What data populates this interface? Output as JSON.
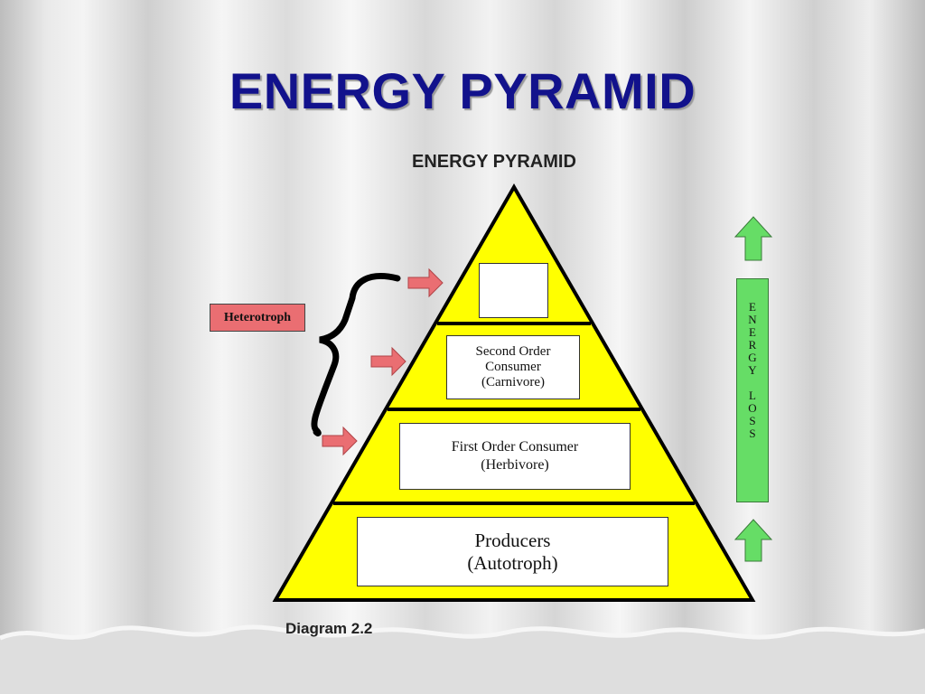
{
  "slide": {
    "title": "ENERGY PYRAMID"
  },
  "diagram": {
    "title": "ENERGY PYRAMID",
    "caption": "Diagram 2.2",
    "levels": [
      {
        "line1": "",
        "line2": ""
      },
      {
        "line1": "Second Order",
        "line2": "Consumer",
        "line3": "(Carnivore)"
      },
      {
        "line1": "First Order Consumer",
        "line2": "(Herbivore)"
      },
      {
        "line1": "Producers",
        "line2": "(Autotroph)"
      }
    ],
    "heterotroph_label": "Heterotroph",
    "energy_loss_letters": [
      "E",
      "N",
      "E",
      "R",
      "G",
      "Y",
      "",
      "L",
      "O",
      "S",
      "S"
    ],
    "colors": {
      "pyramid_fill": "#ffff00",
      "pyramid_stroke": "#000000",
      "arrow_red": "#ea6e72",
      "arrow_green": "#66dd66",
      "title_blue": "#12128c"
    }
  }
}
